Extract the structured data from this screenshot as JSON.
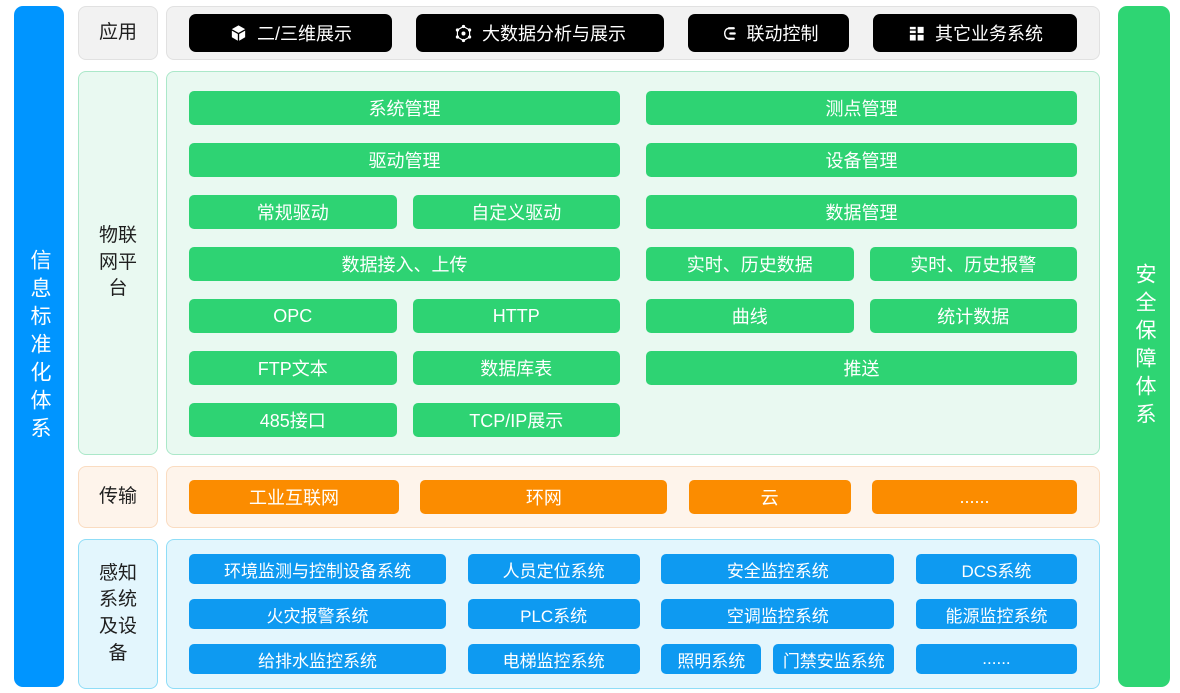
{
  "colors": {
    "standard_bar_blue": "#0095FF",
    "security_bar_green": "#2ED573",
    "platform_block_green": "#2ED373",
    "app_button_black": "#000000",
    "transmission_orange": "#FB8C00",
    "device_block_blue": "#0E9AF1"
  },
  "left_bar": {
    "label": "信息标准化体系"
  },
  "right_bar": {
    "label": "安全保障体系"
  },
  "app_row": {
    "label": "应用",
    "buttons": [
      {
        "label": "二/三维展示",
        "icon": "cube-icon"
      },
      {
        "label": "大数据分析与展示",
        "icon": "molecule-icon"
      },
      {
        "label": "联动控制",
        "icon": "linkage-icon"
      },
      {
        "label": "其它业务系统",
        "icon": "grid-icon"
      }
    ]
  },
  "iot": {
    "label": "物联网平台",
    "left": {
      "r1": "系统管理",
      "r2": "驱动管理",
      "r3a": "常规驱动",
      "r3b": "自定义驱动",
      "r4": "数据接入、上传",
      "r5a": "OPC",
      "r5b": "HTTP",
      "r6a": "FTP文本",
      "r6b": "数据库表",
      "r7a": "485接口",
      "r7b": "TCP/IP展示"
    },
    "right": {
      "r1": "测点管理",
      "r2": "设备管理",
      "r3": "数据管理",
      "r4a": "实时、历史数据",
      "r4b": "实时、历史报警",
      "r5a": "曲线",
      "r5b": "统计数据",
      "r6": "推送"
    }
  },
  "transmission": {
    "label": "传输",
    "buttons": [
      "工业互联网",
      "环网",
      "云",
      "......"
    ]
  },
  "perception": {
    "label": "感知系统及设备",
    "columns": [
      [
        "环境监测与控制设备系统",
        "火灾报警系统",
        "给排水监控系统"
      ],
      [
        "人员定位系统",
        "PLC系统",
        "电梯监控系统"
      ],
      [
        "安全监控系统",
        "空调监控系统",
        [
          "照明系统",
          "门禁安监系统"
        ]
      ],
      [
        "DCS系统",
        "能源监控系统",
        "......"
      ]
    ]
  }
}
